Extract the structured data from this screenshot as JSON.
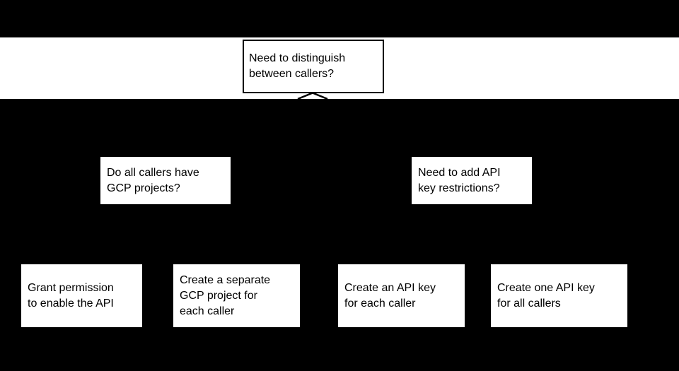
{
  "diagram": {
    "type": "flowchart",
    "colors": {
      "background": "#000000",
      "band_color": "#ffffff",
      "node_fill": "#ffffff",
      "node_text": "#000000",
      "line_color": "#000000"
    },
    "root": {
      "label": "Need to distinguish\nbetween callers?"
    },
    "questions": {
      "left": {
        "label": "Do all callers have\nGCP projects?"
      },
      "right": {
        "label": "Need to add API\nkey restrictions?"
      }
    },
    "answers": {
      "grant_permission": {
        "label": "Grant permission\nto enable the API"
      },
      "separate_project": {
        "label": "Create a separate\nGCP project for\neach caller"
      },
      "key_per_caller": {
        "label": "Create an API key\nfor each caller"
      },
      "key_all_callers": {
        "label": "Create one API key\nfor all callers"
      }
    }
  }
}
